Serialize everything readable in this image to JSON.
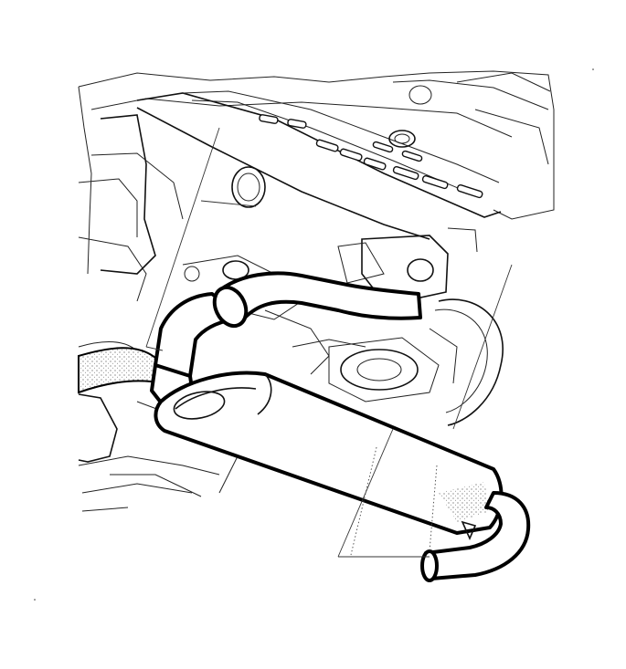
{
  "figure": {
    "kind": "exploded-view line drawing",
    "palette": {
      "line": "#000000",
      "background": "#ffffff",
      "stipple": "#555555"
    },
    "parts": [
      {
        "id": "intermediate-pipe",
        "icon": "exhaust-pipe-icon"
      },
      {
        "id": "muffler",
        "icon": "muffler-icon"
      },
      {
        "id": "tailpipe",
        "icon": "tailpipe-icon"
      },
      {
        "id": "underbody",
        "icon": "vehicle-underbody-icon"
      }
    ]
  }
}
